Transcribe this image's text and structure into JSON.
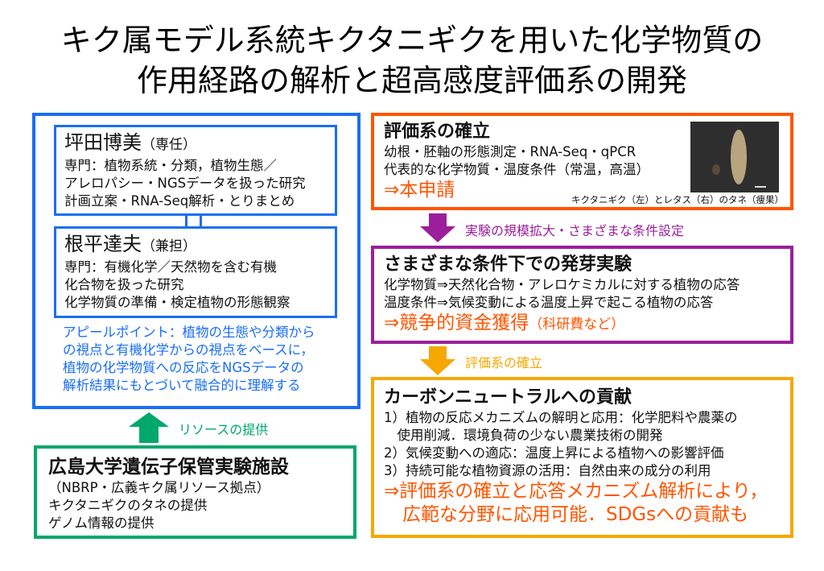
{
  "title": {
    "line1": "キク属モデル系統キクタニギクを用いた化学物質の",
    "line2": "作用経路の解析と超高感度評価系の開発"
  },
  "colors": {
    "blue": "#1a6ef5",
    "green": "#00a86b",
    "red": "#ff5500",
    "purple": "#9b1f9b",
    "orange": "#f5a800"
  },
  "team": {
    "member1": {
      "name": "坪田博美",
      "role": "（専任）",
      "lines": [
        "専門：植物系統・分類，植物生態／",
        "アレロパシー・NGSデータを扱った研究",
        "計画立案・RNA-Seq解析・とりまとめ"
      ]
    },
    "member2": {
      "name": "根平達夫",
      "role": "（兼担）",
      "lines": [
        "専門：有機化学／天然物を含む有機",
        "化合物を扱った研究",
        "化学物質の準備・検定植物の形態観察"
      ]
    },
    "appeal": [
      "アピールポイント：植物の生態や分類から",
      "の視点と有機化学からの視点をベースに，",
      "植物の化学物質への反応をNGSデータの",
      "解析結果にもとづいて融合的に理解する"
    ]
  },
  "resource_arrow_label": "リソースの提供",
  "facility": {
    "title": "広島大学遺伝子保管実験施設",
    "lines": [
      "（NBRP・広義キク属リソース拠点）",
      "キクタニギクのタネの提供",
      "ゲノム情報の提供"
    ]
  },
  "step1": {
    "title": "評価系の確立",
    "lines": [
      "幼根・胚軸の形態測定・RNA-Seq・qPCR",
      "代表的な化学物質・温度条件（常温，高温）"
    ],
    "result": "⇒本申請",
    "photo_caption": "キクタニギク（左）とレタス（右）のタネ（痩果）"
  },
  "arrow1_label": "実験の規模拡大・さまざまな条件設定",
  "step2": {
    "title": "さまざまな条件下での発芽実験",
    "lines": [
      "化学物質⇒天然化合物・アレロケミカルに対する植物の応答",
      "温度条件⇒気候変動による温度上昇で起こる植物の応答"
    ],
    "result": "⇒競争的資金獲得",
    "result_note": "（科研費など）"
  },
  "arrow2_label": "評価系の確立",
  "step3": {
    "title": "カーボンニュートラルへの貢献",
    "lines": [
      "1）植物の反応メカニズムの解明と応用：化学肥料や農薬の",
      "　使用削減．環境負荷の少ない農業技術の開発",
      "2）気候変動への適応：温度上昇による植物への影響評価",
      "3）持続可能な植物資源の活用：自然由来の成分の利用"
    ],
    "result": [
      "⇒評価系の確立と応答メカニズム解析により，",
      "　広範な分野に応用可能．SDGsへの貢献も"
    ]
  }
}
